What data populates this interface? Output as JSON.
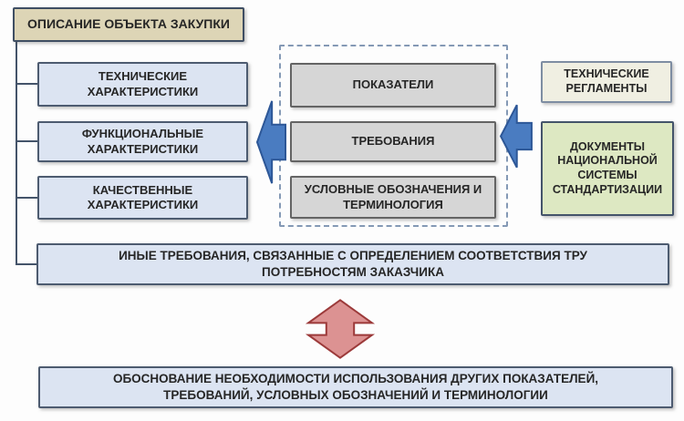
{
  "diagram": {
    "root_box": {
      "label": "ОПИСАНИЕ ОБЪЕКТА ЗАКУПКИ"
    },
    "left_boxes": [
      "ТЕХНИЧЕСКИЕ ХАРАКТЕРИСТИКИ",
      "ФУНКЦИОНАЛЬНЫЕ ХАРАКТЕРИСТИКИ",
      "КАЧЕСТВЕННЫЕ ХАРАКТЕРИСТИКИ"
    ],
    "middle_boxes": [
      "ПОКАЗАТЕЛИ",
      "ТРЕБОВАНИЯ",
      "УСЛОВНЫЕ ОБОЗНАЧЕНИЯ И ТЕРМИНОЛОГИЯ"
    ],
    "right_boxes": [
      "ТЕХНИЧЕСКИЕ РЕГЛАМЕНТЫ",
      "ДОКУМЕНТЫ НАЦИОНАЛЬНОЙ СИСТЕМЫ СТАНДАРТИЗАЦИИ"
    ],
    "other_requirements": {
      "line1": "ИНЫЕ ТРЕБОВАНИЯ, СВЯЗАННЫЕ С ОПРЕДЕЛЕНИЕМ СООТВЕТСТВИЯ ТРУ",
      "line2": "ПОТРЕБНОСТЯМ ЗАКАЗЧИКА"
    },
    "justification": {
      "line1": "ОБОСНОВАНИЕ НЕОБХОДИМОСТИ ИСПОЛЬЗОВАНИЯ ДРУГИХ ПОКАЗАТЕЛЕЙ,",
      "line2": "ТРЕБОВАНИЙ, УСЛОВНЫХ ОБОЗНАЧЕНИЙ И ТЕРМИНОЛОГИИ"
    },
    "icons": {
      "middle_to_left_arrow": "left-arrow",
      "right_to_middle_arrow": "left-arrow",
      "bidirectional_arrow": "up-down-arrow"
    },
    "colors": {
      "root_fill": "#ddd5b6",
      "left_fill": "#dce4f2",
      "middle_fill": "#d6d6d6",
      "regulations_fill": "#f0efe2",
      "standards_fill": "#dde8c2",
      "blue_arrow_fill": "#4a7cc1",
      "blue_arrow_stroke": "#2d5797",
      "red_arrow_fill": "#dc9292",
      "red_arrow_stroke": "#9c3a3a",
      "connector_line": "#44546a",
      "dashed_border": "#8499b5",
      "dark_border": "#44546a",
      "text": "#262626"
    }
  }
}
